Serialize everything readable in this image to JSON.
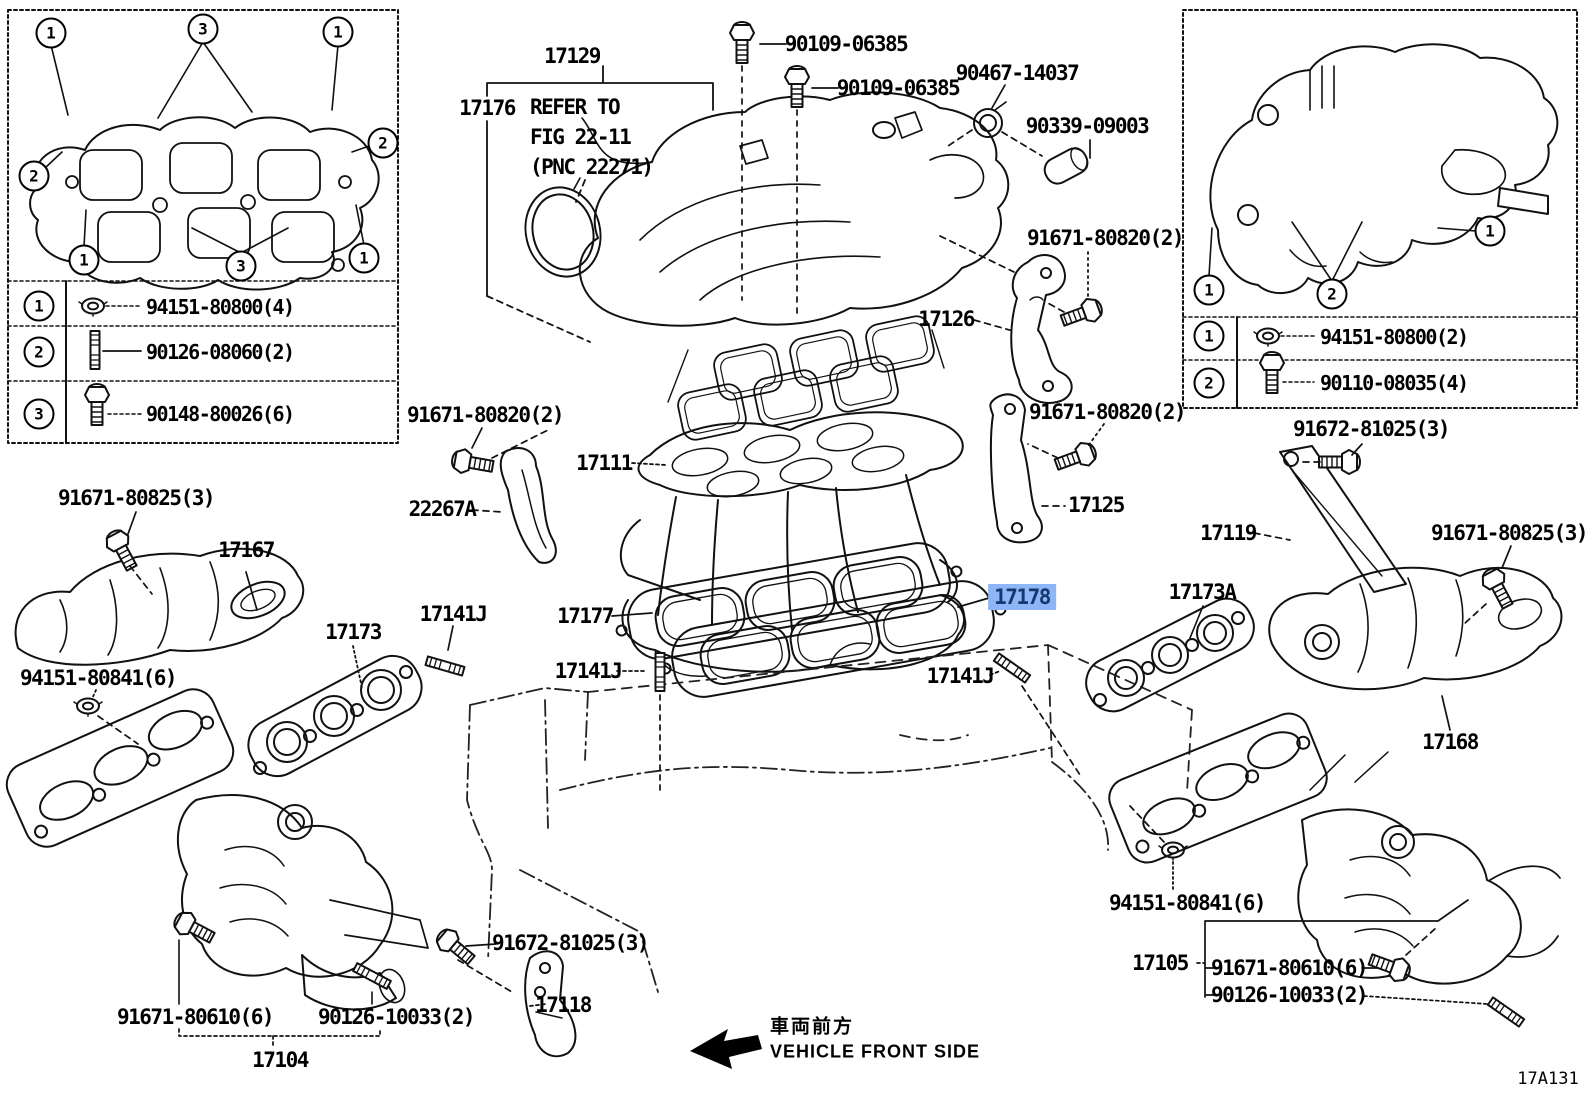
{
  "diagram": {
    "code": "17A131",
    "front_label_jp": "車両前方",
    "front_label_en": "VEHICLE FRONT SIDE",
    "highlighted_part": "17178",
    "highlight_bg": "#8DB6F6",
    "highlight_text_color": "#16386E",
    "line_color": "#111111",
    "background_color": "#FFFFFF"
  },
  "texts": {
    "t17129": "17129",
    "t17176": "17176",
    "refer1": "REFER TO",
    "refer2": "FIG 22-11",
    "refer3": "(PNC 22271)",
    "n90109": "90109-06385",
    "n90467": "90467-14037",
    "n90339": "90339-09003",
    "n91671_80820": "91671-80820(2)",
    "t17126": "17126",
    "t17111": "17111",
    "t22267A": "22267A",
    "t17125": "17125",
    "t17119": "17119",
    "n91672_81025": "91672-81025(3)",
    "n91671_80825": "91671-80825(3)",
    "t17167": "17167",
    "t17173": "17173",
    "t17141J": "17141J",
    "t17177": "17177",
    "t17178": "17178",
    "t17173A": "17173A",
    "t17168": "17168",
    "n94151_80841": "94151-80841(6)",
    "t17118": "17118",
    "n91671_80610": "91671-80610(6)",
    "n90126_10033": "90126-10033(2)",
    "t17104": "17104",
    "t17105": "17105"
  },
  "insets": {
    "top_left": {
      "callouts": [
        "1",
        "3",
        "1",
        "2",
        "2",
        "1",
        "3",
        "1"
      ],
      "legend": [
        {
          "num": "1",
          "icon": "flange-nut-icon",
          "part": "94151-80800(4)"
        },
        {
          "num": "2",
          "icon": "stud-bolt-icon",
          "part": "90126-08060(2)"
        },
        {
          "num": "3",
          "icon": "flange-bolt-icon",
          "part": "90148-80026(6)"
        }
      ]
    },
    "top_right": {
      "callouts": [
        "1",
        "2",
        "1"
      ],
      "legend": [
        {
          "num": "1",
          "icon": "flange-nut-icon",
          "part": "94151-80800(2)"
        },
        {
          "num": "2",
          "icon": "flange-bolt-icon",
          "part": "90110-08035(4)"
        }
      ]
    }
  }
}
